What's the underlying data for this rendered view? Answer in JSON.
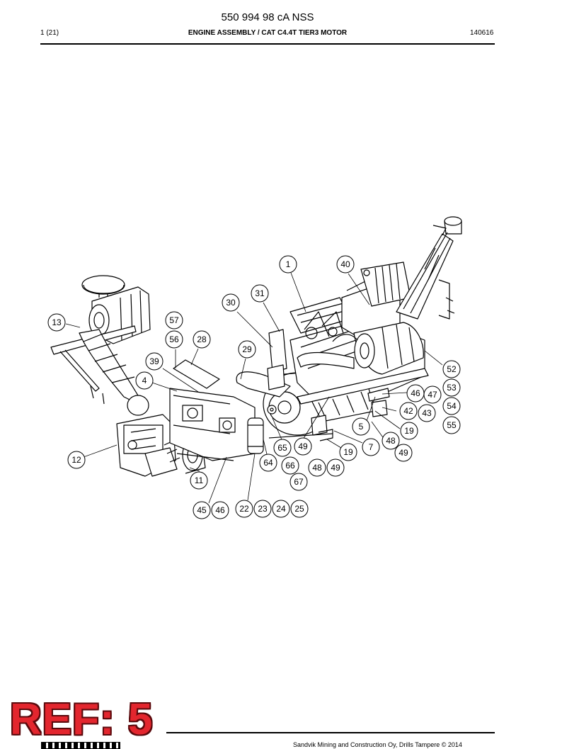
{
  "header": {
    "doc_number": "550 994 98 cA NSS",
    "page_count": "1 (21)",
    "title": "ENGINE ASSEMBLY / CAT C4.4T TIER3 MOTOR",
    "date": "140616"
  },
  "callouts": [
    "1",
    "40",
    "31",
    "30",
    "13",
    "57",
    "56",
    "28",
    "29",
    "39",
    "4",
    "52",
    "53",
    "46",
    "47",
    "54",
    "42",
    "43",
    "55",
    "5",
    "19",
    "48",
    "7",
    "49",
    "65",
    "19",
    "49",
    "12",
    "64",
    "66",
    "48",
    "49",
    "67",
    "11",
    "45",
    "46",
    "22",
    "23",
    "24",
    "25"
  ],
  "stamp": {
    "text": "REF: 5",
    "color": "#e3262e"
  },
  "footer": {
    "text": "Sandvik Mining and Construction Oy, Drills Tampere © 2014"
  }
}
